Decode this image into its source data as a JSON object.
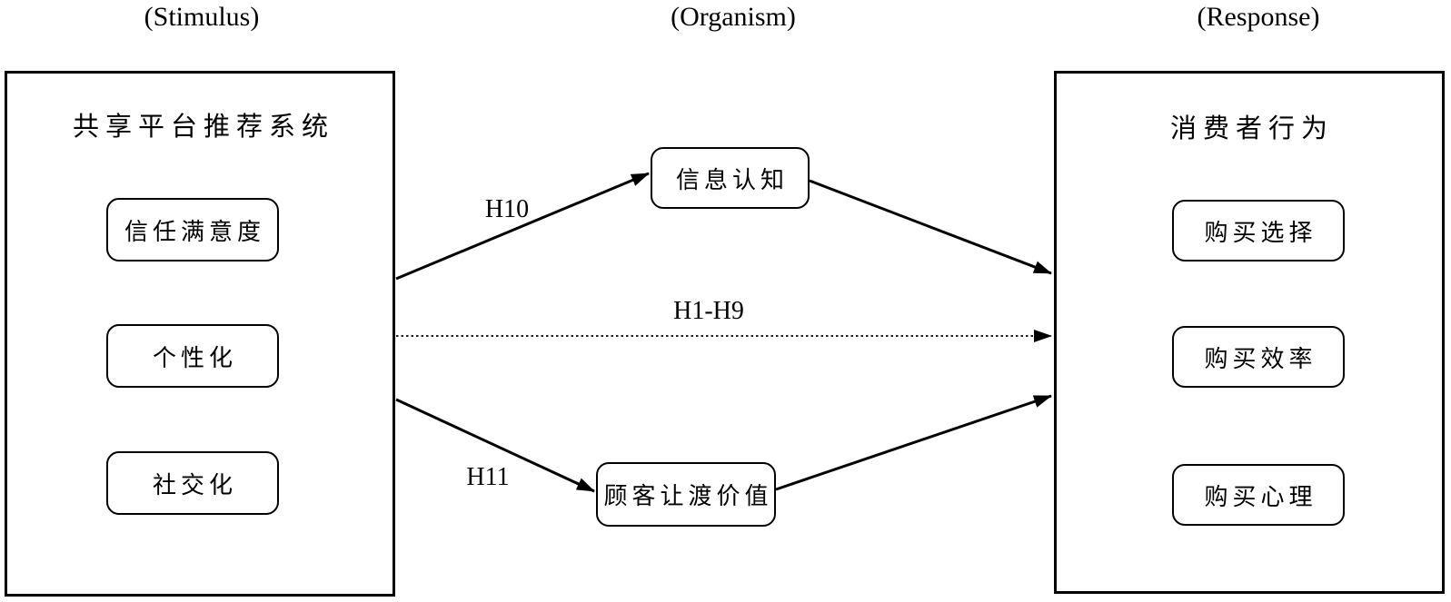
{
  "columns": {
    "stimulus_label": "(Stimulus)",
    "organism_label": "(Organism)",
    "response_label": "(Response)"
  },
  "stimulus_box": {
    "title": "共享平台推荐系统",
    "items": [
      {
        "label": "信任满意度"
      },
      {
        "label": "个性化"
      },
      {
        "label": "社交化"
      }
    ]
  },
  "organism": {
    "nodes": [
      {
        "label": "信息认知"
      },
      {
        "label": "顾客让渡价值"
      }
    ]
  },
  "response_box": {
    "title": "消费者行为",
    "items": [
      {
        "label": "购买选择"
      },
      {
        "label": "购买效率"
      },
      {
        "label": "购买心理"
      }
    ]
  },
  "hypotheses": {
    "h10": "H10",
    "h1_h9": "H1-H9",
    "h11": "H11"
  },
  "colors": {
    "stroke": "#000000",
    "background": "#ffffff"
  }
}
